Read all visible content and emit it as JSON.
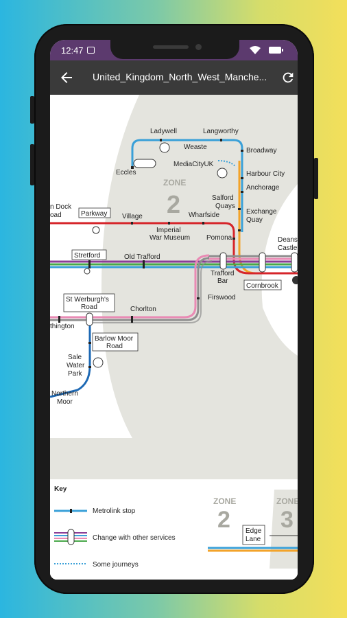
{
  "status": {
    "time": "12:47"
  },
  "appbar": {
    "title": "United_Kingdom_North_West_Manche..."
  },
  "map": {
    "zones": {
      "label": "ZONE",
      "zone2": "2",
      "zone3": "3"
    },
    "stops": {
      "ladywell": "Ladywell",
      "langworthy": "Langworthy",
      "weaste": "Weaste",
      "broadway": "Broadway",
      "eccles": "Eccles",
      "mediacity": "MediaCityUK",
      "harbour_city": "Harbour City",
      "anchorage": "Anchorage",
      "salford_quays_1": "Salford",
      "salford_quays_2": "Quays",
      "exchange_quay_1": "Exchange",
      "exchange_quay_2": "Quay",
      "pomona_dock_1": "n Dock",
      "pomona_dock_2": "oad",
      "parkway": "Parkway",
      "village": "Village",
      "wharfside": "Wharfside",
      "iwm_1": "Imperial",
      "iwm_2": "War Museum",
      "pomona": "Pomona",
      "deansgate_1": "Deans",
      "deansgate_2": "Castle",
      "stretford": "Stretford",
      "old_trafford": "Old Trafford",
      "trafford_bar_1": "Trafford",
      "trafford_bar_2": "Bar",
      "cornbrook": "Cornbrook",
      "st_werburghs_1": "St Werburgh's",
      "st_werburghs_2": "Road",
      "chorlton": "Chorlton",
      "firswood": "Firswood",
      "withington": "thington",
      "barlow_moor_1": "Barlow Moor",
      "barlow_moor_2": "Road",
      "sale_water_1": "Sale",
      "sale_water_2": "Water",
      "sale_water_3": "Park",
      "northern_moor_1": "Northern",
      "northern_moor_2": "Moor",
      "edge_lane_1": "Edge",
      "edge_lane_2": "Lane"
    },
    "key": {
      "heading": "Key",
      "stop": "Metrolink stop",
      "change": "Change with other services",
      "some": "Some journeys"
    },
    "colors": {
      "blue": "#3aa0d8",
      "red": "#d6252a",
      "green": "#49a84a",
      "purple": "#8a3d96",
      "pink": "#e98ab4",
      "grey": "#8e8e8e",
      "navy": "#1e69b4",
      "orange": "#f3a32a",
      "zone_fill": "#e4e4de"
    }
  }
}
